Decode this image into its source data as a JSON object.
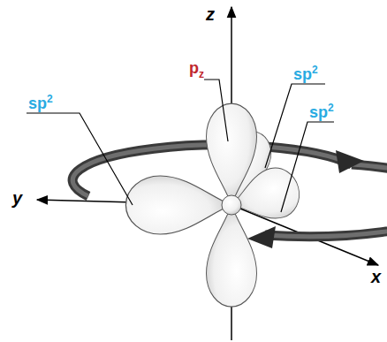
{
  "diagram": {
    "labels": [
      "z",
      "pz",
      "sp2",
      "sp2",
      "sp2",
      "y",
      "x"
    ]
  }
}
